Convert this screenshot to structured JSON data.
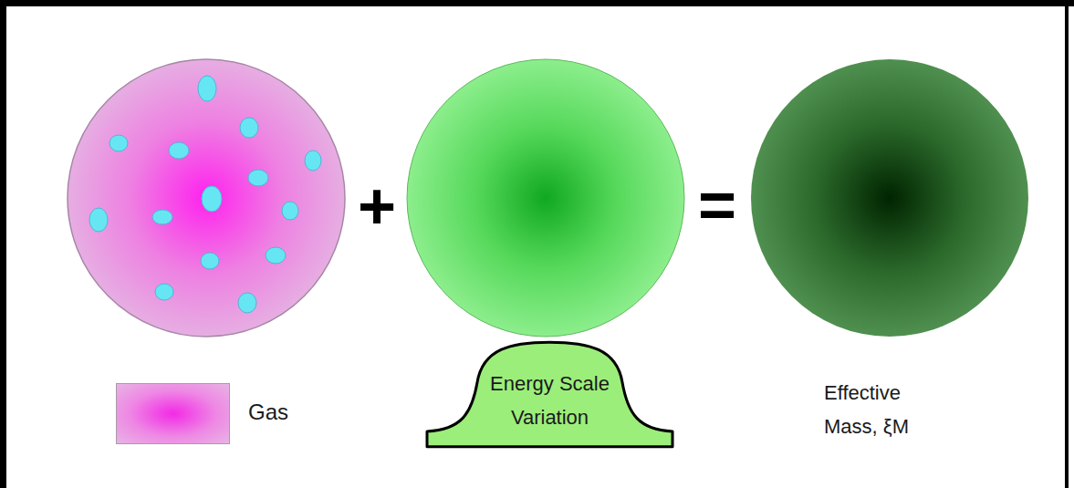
{
  "diagram": {
    "nodes": [
      {
        "text": [
          "Energy Scale Variation"
        ]
      }
    ],
    "labels": [
      "+",
      "=",
      "Effective Mass, ξM"
    ],
    "legend": [
      {
        "text": "Gas",
        "color": "#f22ae6"
      }
    ]
  }
}
